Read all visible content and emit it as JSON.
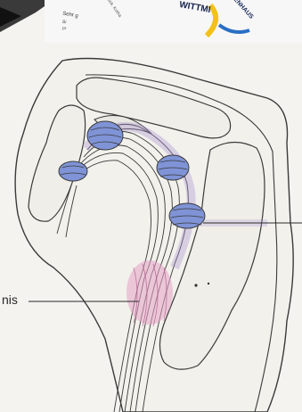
{
  "labels": {
    "left_callout": "nis"
  },
  "pamphlet": {
    "lines": [
      "Sehr g",
      "Bi",
      "pr",
      "Wick. Kotha"
    ],
    "brand_top": "WITTMI",
    "brand_side": "KENHAUS"
  },
  "colors": {
    "paper": "#f4f3f0",
    "outline": "#3a3a3a",
    "bone_fill": "#f0efea",
    "pulley_blue": "#7f93d6",
    "tendon_purple": "#a58bd0",
    "inflammation_pink": "#e6a2c6",
    "logo_yellow": "#f3c21a",
    "logo_blue": "#2a6fc4"
  }
}
